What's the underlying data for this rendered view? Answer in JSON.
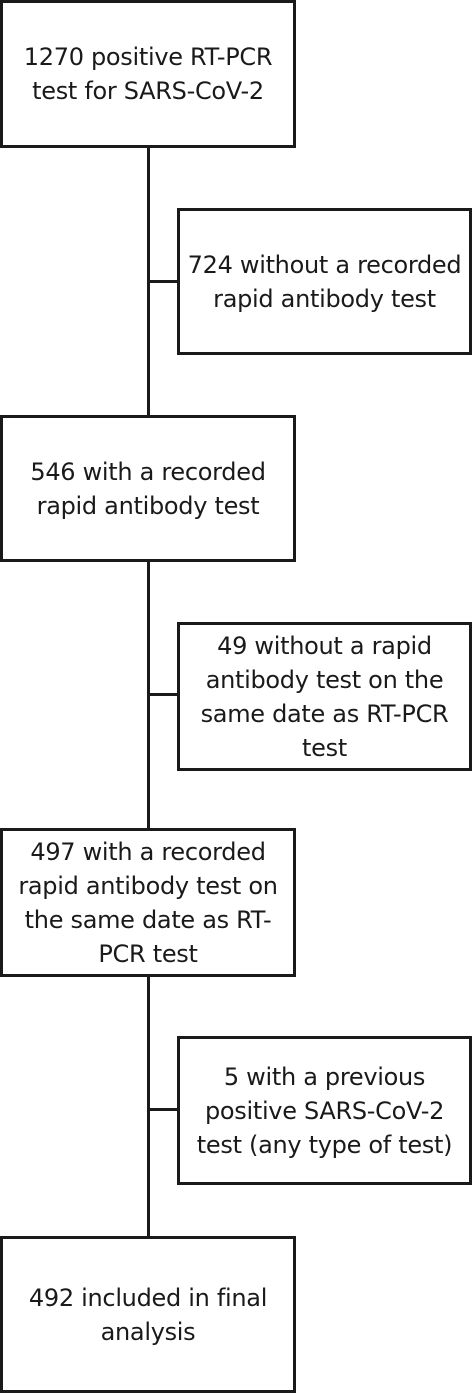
{
  "flowchart": {
    "main_boxes": [
      {
        "text": "1270 positive RT-PCR test for SARS-CoV-2"
      },
      {
        "text": "546 with a recorded rapid antibody test"
      },
      {
        "text": "497 with a recorded rapid antibody test on the same date as RT-PCR test"
      },
      {
        "text": "492 included in final analysis"
      }
    ],
    "exclusion_boxes": [
      {
        "text": "724 without a recorded rapid antibody test"
      },
      {
        "text": "49 without a rapid antibody test on the same date as RT-PCR test"
      },
      {
        "text": "5 with a previous positive SARS-CoV-2 test (any type of test)"
      }
    ],
    "line_color": "#1a1a1a"
  }
}
